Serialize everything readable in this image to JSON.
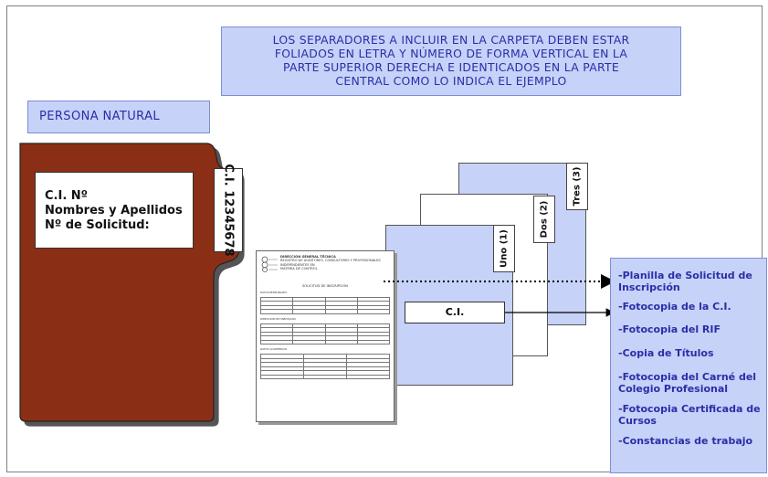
{
  "instructions": {
    "line1": "LOS SEPARADORES A INCLUIR EN LA CARPETA DEBEN ESTAR",
    "line2": "FOLIADOS EN LETRA Y NÚMERO DE FORMA VERTICAL  EN LA",
    "line3": "PARTE SUPERIOR DERECHA E IDENTICADOS EN  LA PARTE",
    "line4": "CENTRAL COMO LO INDICA EL EJEMPLO"
  },
  "persona_label": "PERSONA NATURAL",
  "folder": {
    "line1": "C.I. Nº",
    "line2": "Nombres y Apellidos",
    "line3": "Nº de Solicitud:",
    "tab_text": "C.I. 12345678",
    "color": "#8b2f12"
  },
  "separators": [
    {
      "tab": "Tres (3)"
    },
    {
      "tab": "Dos (2)"
    },
    {
      "tab": "Uno (1)"
    }
  ],
  "ci_label": "C.I.",
  "form": {
    "org_line1": "DIRECCIÓN GENERAL TÉCNICA",
    "org_line2": "REGISTRO DE AUDITORES, CONSULTORES Y PROFESIONALES INDEPENDIENTES EN",
    "org_line3": "MATERIA DE CONTROL",
    "title": "SOLICITUD DE INSCRIPCIÓN",
    "section1": "DATOS PERSONALES",
    "section2": "DIRECCIÓN DE HABITACIÓN",
    "section3": "DATOS ACADÉMICOS"
  },
  "documents": [
    "-Planilla de Solicitud de Inscripción",
    "-Fotocopia de la C.I.",
    "-Fotocopia del RIF",
    "-Copia de Títulos",
    "-Fotocopia del Carné del Colegio Profesional",
    "-Fotocopia Certificada de  Cursos",
    "-Constancias de trabajo"
  ],
  "colors": {
    "blue_fill": "#c6d2f7",
    "blue_text": "#2a2ea8",
    "folder_brown": "#8b2f12"
  }
}
